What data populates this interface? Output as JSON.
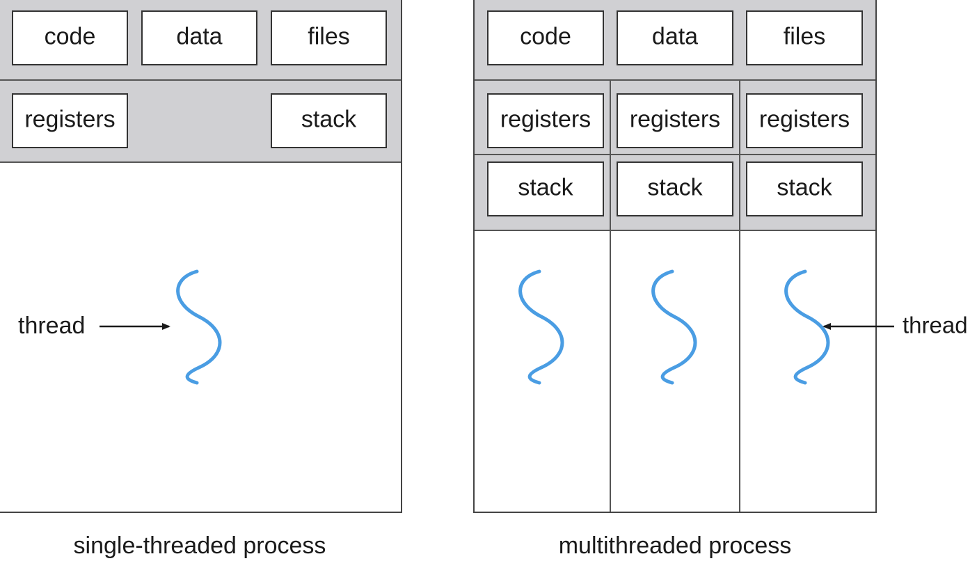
{
  "single": {
    "caption": "single-threaded process",
    "shared": [
      "code",
      "data",
      "files"
    ],
    "registers": "registers",
    "stack": "stack",
    "thread_label": "thread"
  },
  "multi": {
    "caption": "multithreaded process",
    "shared": [
      "code",
      "data",
      "files"
    ],
    "threads": [
      {
        "registers": "registers",
        "stack": "stack"
      },
      {
        "registers": "registers",
        "stack": "stack"
      },
      {
        "registers": "registers",
        "stack": "stack"
      }
    ],
    "thread_label": "thread"
  },
  "colors": {
    "thread_squiggle": "#4a9de3",
    "band_gray": "#d0d0d3"
  }
}
